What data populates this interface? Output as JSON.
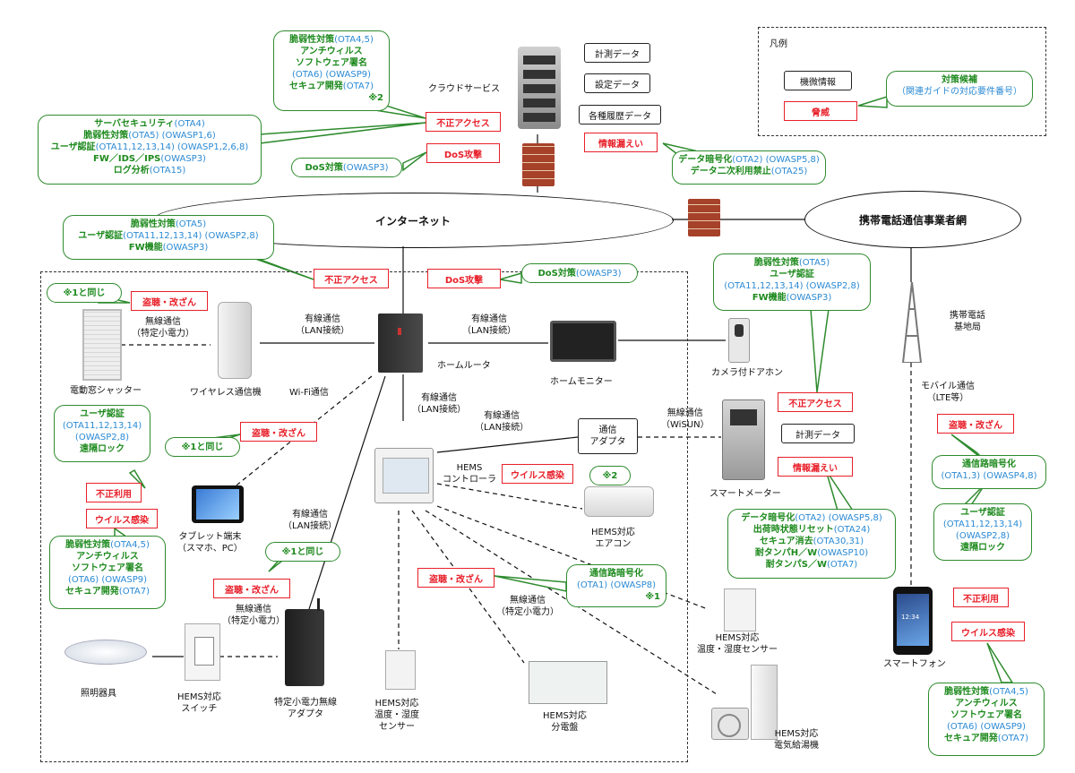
{
  "legend": {
    "title": "凡例",
    "info_label": "機微情報",
    "threat_label": "脅威",
    "countermeasure_title": "対策候補",
    "countermeasure_sub": "（関連ガイドの対応要件番号）"
  },
  "networks": {
    "internet": "インターネット",
    "mobile": "携帯電話通信事業者網"
  },
  "cloud": {
    "label": "クラウドサービス",
    "data": [
      "計測データ",
      "設定データ",
      "各種履歴データ"
    ],
    "threats": {
      "unauth": "不正アクセス",
      "dos": "DoS攻撃",
      "leak": "情報漏えい"
    },
    "cm_top": {
      "lines": [
        {
          "g": "脆弱性対策",
          "b": "(OTA4,5)"
        },
        {
          "g": "アンチウィルス",
          "b": ""
        },
        {
          "g": "ソフトウェア署名",
          "b": ""
        },
        {
          "g": "",
          "b": "(OTA6) (OWASP9)"
        },
        {
          "g": "セキュア開発",
          "b": "(OTA7)"
        }
      ],
      "note": "※2"
    },
    "cm_server": {
      "lines": [
        {
          "g": "サーバセキュリティ",
          "b": "(OTA4)"
        },
        {
          "g": "脆弱性対策",
          "b": "(OTA5) (OWASP1,6)"
        },
        {
          "g": "ユーザ認証",
          "b": "(OTA11,12,13,14) (OWASP1,2,6,8)"
        },
        {
          "g": "FW／IDS／IPS",
          "b": "(OWASP3)"
        },
        {
          "g": "ログ分析",
          "b": "(OTA15)"
        }
      ]
    },
    "cm_dos": {
      "g": "DoS対策",
      "b": "(OWASP3)"
    },
    "cm_leak": {
      "lines": [
        {
          "g": "データ暗号化",
          "b": "(OTA2) (OWASP5,8)"
        },
        {
          "g": "データ二次利用禁止",
          "b": "(OTA25)"
        }
      ]
    }
  },
  "home": {
    "threats": {
      "unauth": "不正アクセス",
      "dos": "DoS攻撃"
    },
    "cm_router": {
      "lines": [
        {
          "g": "脆弱性対策",
          "b": "(OTA5)"
        },
        {
          "g": "ユーザ認証",
          "b": "(OTA11,12,13,14) (OWASP2,8)"
        },
        {
          "g": "FW機能",
          "b": "(OWASP3)"
        }
      ]
    },
    "cm_dos": {
      "g": "DoS対策",
      "b": "(OWASP3)"
    },
    "same1_a": "※1と同じ",
    "threat_eaves1": "盗聴・改ざん",
    "wireless_specified": "無線通信\n（特定小電力）",
    "shutter": "電動窓シャッター",
    "wireless_device": "ワイヤレス通信機",
    "wifi": "Wi-Fi通信",
    "wired_lan1": "有線通信\n（LAN接続）",
    "router": "ホームルータ",
    "wired_lan2": "有線通信\n（LAN接続）",
    "monitor": "ホームモニター",
    "doorphone": "カメラ付ドアホン",
    "wired_lan3": "有線通信\n（LAN接続）",
    "wired_lan4": "有線通信\n（LAN接続）",
    "cm_tablet": {
      "lines": [
        {
          "g": "ユーザ認証",
          "b": ""
        },
        {
          "g": "",
          "b": "(OTA11,12,13,14)"
        },
        {
          "g": "",
          "b": "(OWASP2,8)"
        },
        {
          "g": "遠隔ロック",
          "b": ""
        }
      ]
    },
    "threat_eaves2": "盗聴・改ざん",
    "same1_b": "※1と同じ",
    "threat_misuse": "不正利用",
    "threat_virus": "ウイルス感染",
    "cm_tablet_vuln": {
      "lines": [
        {
          "g": "脆弱性対策",
          "b": "(OTA4,5)"
        },
        {
          "g": "アンチウィルス",
          "b": ""
        },
        {
          "g": "ソフトウェア署名",
          "b": ""
        },
        {
          "g": "",
          "b": "(OTA6) (OWASP9)"
        },
        {
          "g": "セキュア開発",
          "b": "(OTA7)"
        }
      ]
    },
    "tablet": "タブレット端末\n（スマホ、PC）",
    "adapter": "通信\nアダプタ",
    "hems": "HEMS\nコントローラ",
    "threat_hems_virus": "ウイルス感染",
    "note2": "※2",
    "aircon": "HEMS対応\nエアコン",
    "wired_lan5": "有線通信\n（LAN接続）",
    "same1_c": "※1と同じ",
    "threat_eaves3": "盗聴・改ざん",
    "wireless_specified2": "無線通信\n（特定小電力）",
    "threat_eaves4": "盗聴・改ざん",
    "cm_path": {
      "lines": [
        {
          "g": "通信路暗号化",
          "b": ""
        },
        {
          "g": "",
          "b": "(OTA1) (OWASP8)"
        }
      ],
      "note": "※1"
    },
    "wireless_specified3": "無線通信\n（特定小電力）",
    "sensor_right": "HEMS対応\n温度・湿度センサー",
    "lighting": "照明器具",
    "switch": "HEMS対応\nスイッチ",
    "sp_adapter": "特定小電力無線\nアダプタ",
    "sensor_mid": "HEMS対応\n温度・湿度\nセンサー",
    "panel": "HEMS対応\n分電盤",
    "water_heater": "HEMS対応\n電気給湯機"
  },
  "meter": {
    "cm_top": {
      "lines": [
        {
          "g": "脆弱性対策",
          "b": "(OTA5)"
        },
        {
          "g": "ユーザ認証",
          "b": ""
        },
        {
          "g": "",
          "b": "(OTA11,12,13,14) (OWASP2,8)"
        },
        {
          "g": "FW機能",
          "b": "(OWASP3)"
        }
      ]
    },
    "wisun": "無線通信\n（WiSUN）",
    "threat_unauth": "不正アクセス",
    "data": "計測データ",
    "threat_leak": "情報漏えい",
    "label": "スマートメーター",
    "cm_bottom": {
      "lines": [
        {
          "g": "データ暗号化",
          "b": "(OTA2) (OWASP5,8)"
        },
        {
          "g": "出荷時状態リセット",
          "b": "(OTA24)"
        },
        {
          "g": "セキュア消去",
          "b": "(OTA30,31)"
        },
        {
          "g": "耐タンパH／W",
          "b": "(OWASP10)"
        },
        {
          "g": "耐タンパS／W",
          "b": "(OTA7)"
        }
      ]
    }
  },
  "mobile_side": {
    "base_station": "携帯電話\n基地局",
    "mobile_comm": "モバイル通信\n（LTE等）",
    "threat_eaves": "盗聴・改ざん",
    "cm_path": {
      "lines": [
        {
          "g": "通信路暗号化",
          "b": ""
        },
        {
          "g": "",
          "b": "(OTA1,3) (OWASP4,8)"
        }
      ]
    },
    "cm_auth": {
      "lines": [
        {
          "g": "ユーザ認証",
          "b": ""
        },
        {
          "g": "",
          "b": "(OTA11,12,13,14)"
        },
        {
          "g": "",
          "b": "(OWASP2,8)"
        },
        {
          "g": "遠隔ロック",
          "b": ""
        }
      ]
    },
    "threat_misuse": "不正利用",
    "threat_virus": "ウイルス感染",
    "smartphone": "スマートフォン",
    "cm_vuln": {
      "lines": [
        {
          "g": "脆弱性対策",
          "b": "(OTA4,5)"
        },
        {
          "g": "アンチウィルス",
          "b": ""
        },
        {
          "g": "ソフトウェア署名",
          "b": ""
        },
        {
          "g": "",
          "b": "(OTA6) (OWASP9)"
        },
        {
          "g": "セキュア開発",
          "b": "(OTA7)"
        }
      ]
    },
    "phone_time": "12:34"
  }
}
